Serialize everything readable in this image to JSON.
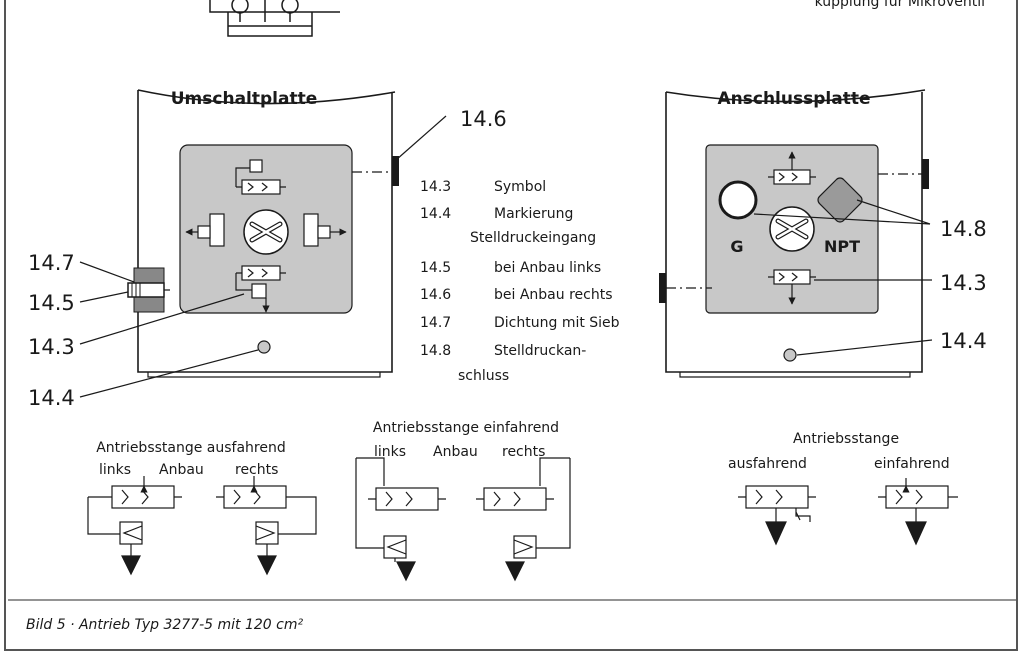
{
  "top_right_fragment": "kupplung für Mikroventil",
  "left_panel": {
    "title": "Umschaltplatte"
  },
  "right_panel": {
    "title": "Anschlussplatte",
    "label_g": "G",
    "label_npt": "NPT"
  },
  "callouts": {
    "c14_6": "14.6",
    "c14_7": "14.7",
    "c14_5": "14.5",
    "c14_3_left": "14.3",
    "c14_4_left": "14.4",
    "c14_8": "14.8",
    "c14_3_right": "14.3",
    "c14_4_right": "14.4"
  },
  "legend": [
    {
      "num": "14.3",
      "text": "Symbol"
    },
    {
      "num": "14.4",
      "text": "Markierung"
    },
    {
      "num": "",
      "text": "Stelldruckeingang"
    },
    {
      "num": "14.5",
      "text": "bei Anbau links"
    },
    {
      "num": "14.6",
      "text": "bei Anbau rechts"
    },
    {
      "num": "14.7",
      "text": "Dichtung mit Sieb"
    },
    {
      "num": "14.8",
      "text": "Stelldruckan-"
    },
    {
      "num": "",
      "text": "schluss"
    }
  ],
  "schematics": {
    "group1": {
      "title": "Antriebsstange ausfahrend",
      "left": "links",
      "mid": "Anbau",
      "right": "rechts"
    },
    "group2": {
      "title": "Antriebsstange einfahrend",
      "left": "links",
      "mid": "Anbau",
      "right": "rechts"
    },
    "group3": {
      "title": "Antriebsstange",
      "left": "ausfahrend",
      "right": "einfahrend"
    }
  },
  "caption": "Bild 5 · Antrieb Typ 3277-5 mit 120 cm²",
  "colors": {
    "plate_fill": "#c8c8c8",
    "npt_diamond": "#9a9a9a",
    "line": "#1a1a1a",
    "frame": "#555555"
  }
}
